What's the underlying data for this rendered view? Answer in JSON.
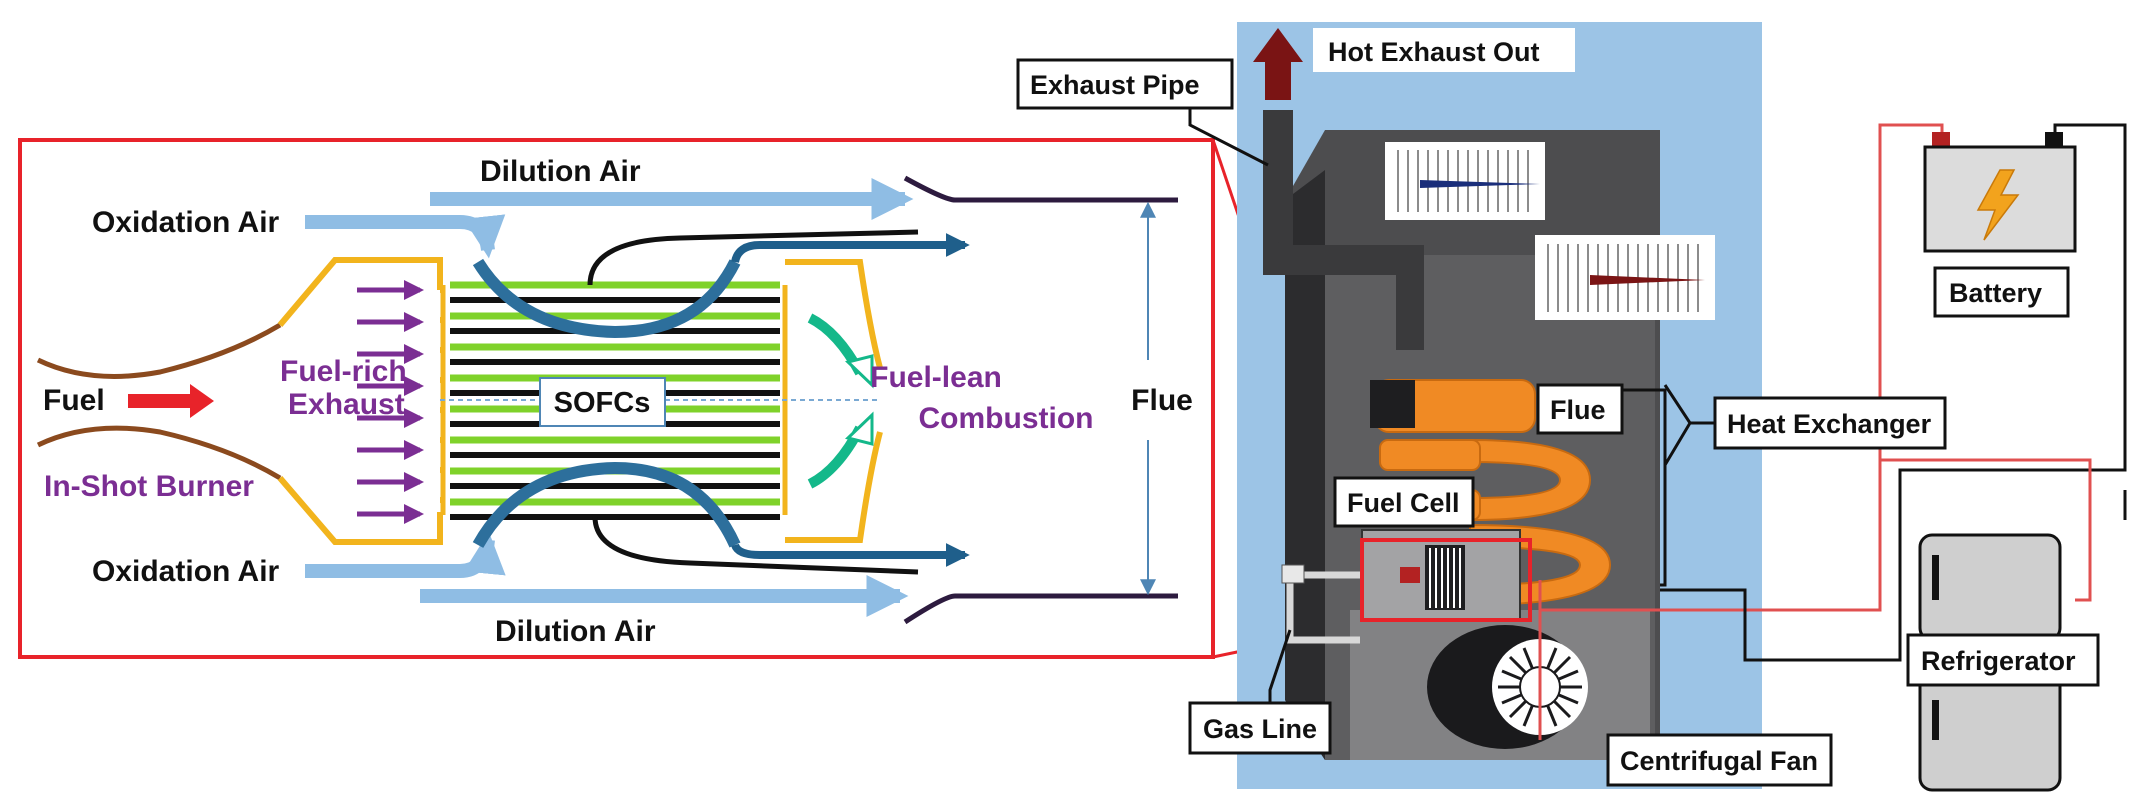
{
  "colors": {
    "zoom_frame": "#e8232a",
    "air_arrow": "#8fbde4",
    "fuel_arrow": "#e8232a",
    "purple_text": "#7b2e93",
    "sofc_green": "#7fd22a",
    "burner_yellow": "#f2b41d",
    "fuel_brown": "#8b4a1e",
    "furnace_bg": "#9cc4e6",
    "furnace_body": "#4d4d4f",
    "heat_exchanger": "#f08a24",
    "exhaust_arrow": "#7a1414"
  },
  "icons": {
    "battery": "lightning-bolt-battery-icon",
    "refrigerator": "refrigerator-icon",
    "fan": "centrifugal-fan-icon",
    "up_arrow": "up-arrow-icon"
  },
  "zoom": {
    "dilution_air_top": "Dilution Air",
    "dilution_air_bottom": "Dilution Air",
    "oxidation_air_top": "Oxidation Air",
    "oxidation_air_bottom": "Oxidation Air",
    "fuel": "Fuel",
    "fuel_rich_line1": "Fuel-rich",
    "fuel_rich_line2": "Exhaust",
    "in_shot_burner": "In-Shot Burner",
    "sofcs": "SOFCs",
    "fuel_lean_line1": "Fuel-lean",
    "fuel_lean_line2": "Combustion",
    "flue": "Flue"
  },
  "furnace": {
    "hot_exhaust_out": "Hot Exhaust Out",
    "exhaust_pipe": "Exhaust Pipe",
    "flue": "Flue",
    "heat_exchanger": "Heat Exchanger",
    "fuel_cell": "Fuel Cell",
    "gas_line": "Gas Line",
    "centrifugal_fan": "Centrifugal Fan",
    "battery": "Battery",
    "refrigerator": "Refrigerator"
  }
}
